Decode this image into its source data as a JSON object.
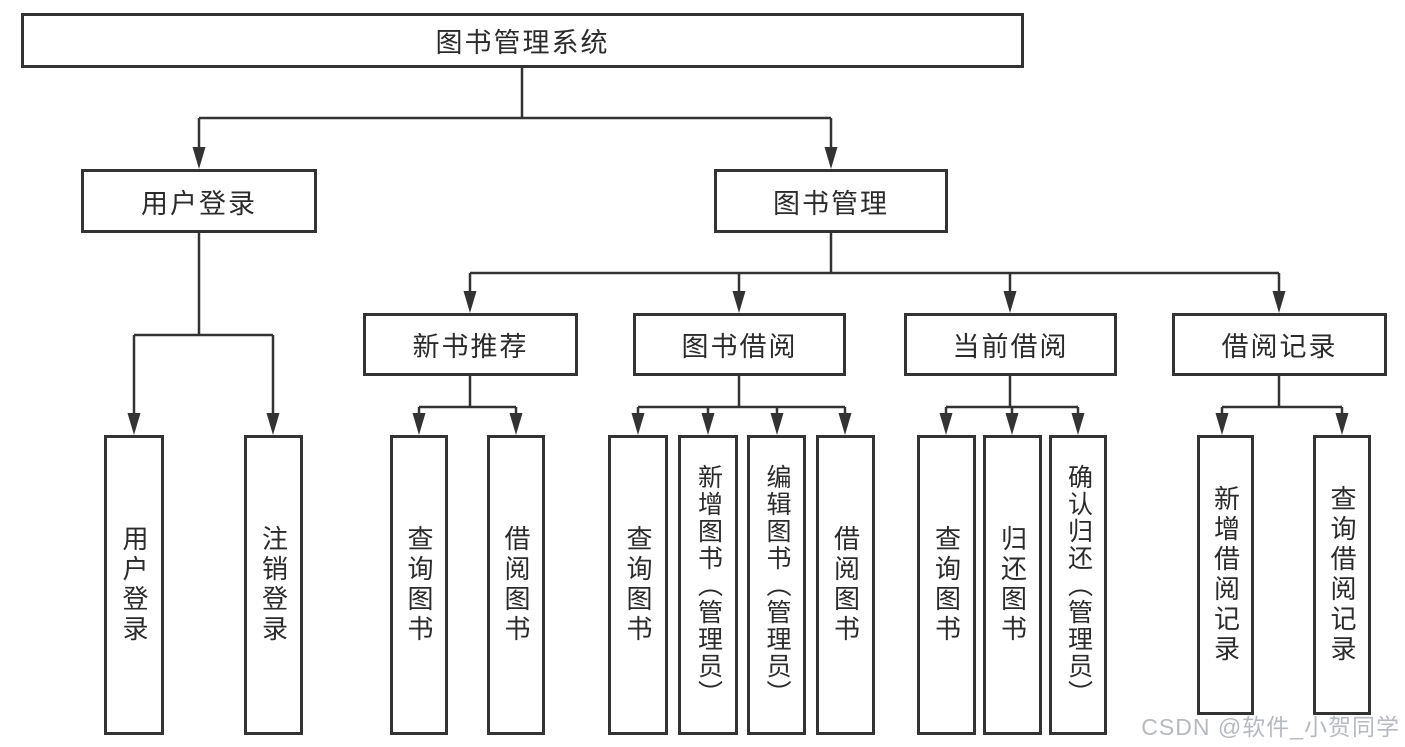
{
  "diagram": {
    "root": {
      "label": "图书管理系统"
    },
    "level2": [
      {
        "label": "用户登录"
      },
      {
        "label": "图书管理"
      }
    ],
    "level3": [
      {
        "label": "新书推荐"
      },
      {
        "label": "图书借阅"
      },
      {
        "label": "当前借阅"
      },
      {
        "label": "借阅记录"
      }
    ],
    "leaves": {
      "user_login": [
        {
          "label": "用户登录"
        },
        {
          "label": "注销登录"
        }
      ],
      "new_books": [
        {
          "label": "查询图书"
        },
        {
          "label": "借阅图书"
        }
      ],
      "book_borrow": [
        {
          "label": "查询图书"
        },
        {
          "label": "新增图书（管理员）"
        },
        {
          "label": "编辑图书（管理员）"
        },
        {
          "label": "借阅图书"
        }
      ],
      "current_borrow": [
        {
          "label": "查询图书"
        },
        {
          "label": "归还图书"
        },
        {
          "label": "确认归还（管理员）"
        }
      ],
      "borrow_records": [
        {
          "label": "新增借阅记录"
        },
        {
          "label": "查询借阅记录"
        }
      ]
    },
    "watermark": "CSDN @软件_小贺同学",
    "colors": {
      "line": "#333333",
      "box_border": "#333333",
      "text": "#2b2b2b",
      "watermark": "#b6bac0"
    }
  }
}
